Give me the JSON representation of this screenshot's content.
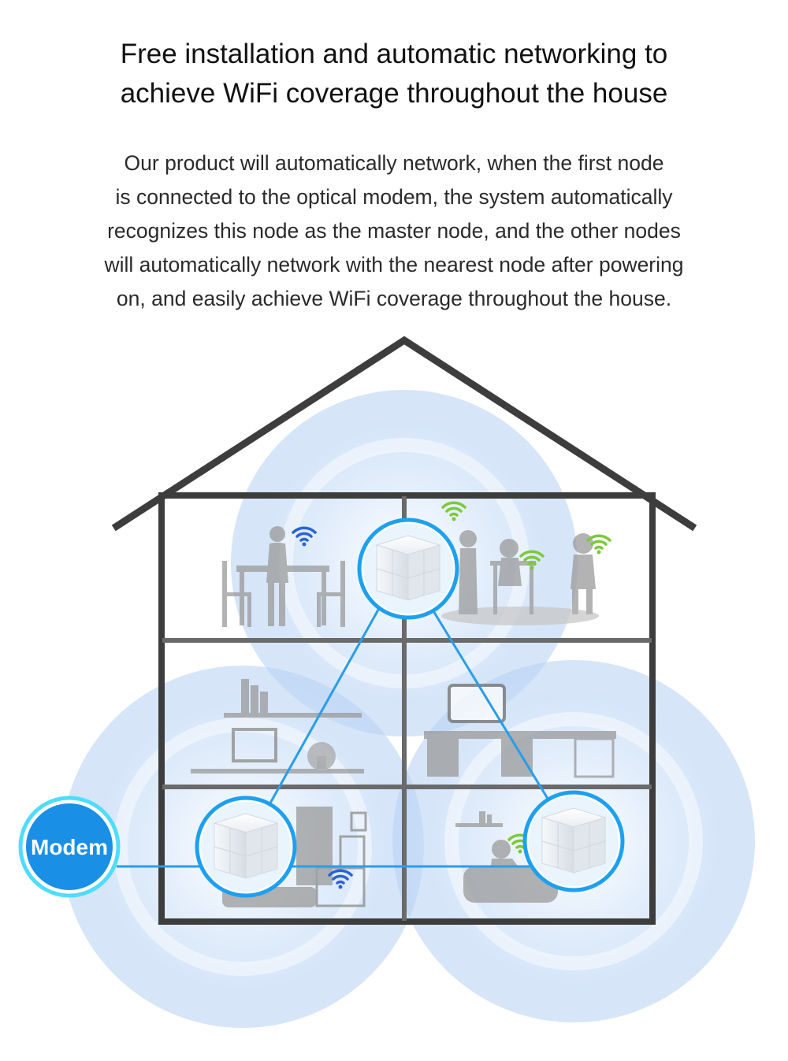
{
  "heading": {
    "line1": "Free installation and automatic networking to",
    "line2": "achieve WiFi coverage throughout the house"
  },
  "description": {
    "lines": [
      "Our product will automatically network, when the first node",
      "is connected to the optical modem, the system automatically",
      "recognizes this node as the master node, and the other nodes",
      "will automatically network with the nearest node after powering",
      "on, and easily achieve WiFi coverage throughout the house."
    ]
  },
  "diagram": {
    "modem_label": "Modem",
    "colors": {
      "coverage": "#bcd6f5",
      "link": "#2a9de8",
      "node_ring": "#1ea0f0",
      "modem_fill": "#1a8fe6",
      "modem_ring": "#4fdcff",
      "house_frame": "#3d3d3d",
      "wifi_green": "#7cc83a",
      "wifi_blue": "#2a62d6"
    },
    "icons": [
      "mesh-node-icon",
      "wifi-icon",
      "house-outline-icon"
    ]
  }
}
